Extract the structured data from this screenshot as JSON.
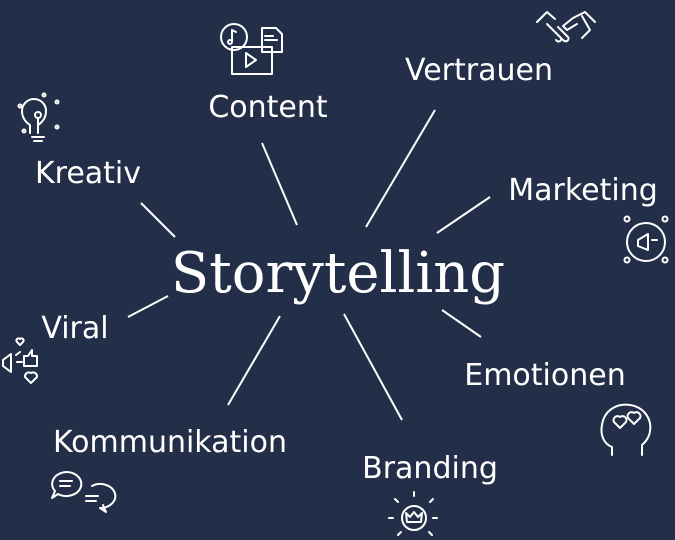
{
  "center": "Storytelling",
  "nodes": {
    "content": "Content",
    "vertrauen": "Vertrauen",
    "kreativ": "Kreativ",
    "marketing": "Marketing",
    "viral": "Viral",
    "emotionen": "Emotionen",
    "kommunikation": "Kommunikation",
    "branding": "Branding"
  },
  "icons": {
    "content": "media-content-icon",
    "vertrauen": "handshake-icon",
    "kreativ": "lightbulb-icon",
    "marketing": "megaphone-audience-icon",
    "viral": "megaphone-likes-icon",
    "emotionen": "head-hearts-icon",
    "kommunikation": "chat-bubbles-icon",
    "branding": "crown-bulb-icon"
  },
  "colors": {
    "background": "#232e48",
    "foreground": "#ffffff"
  }
}
